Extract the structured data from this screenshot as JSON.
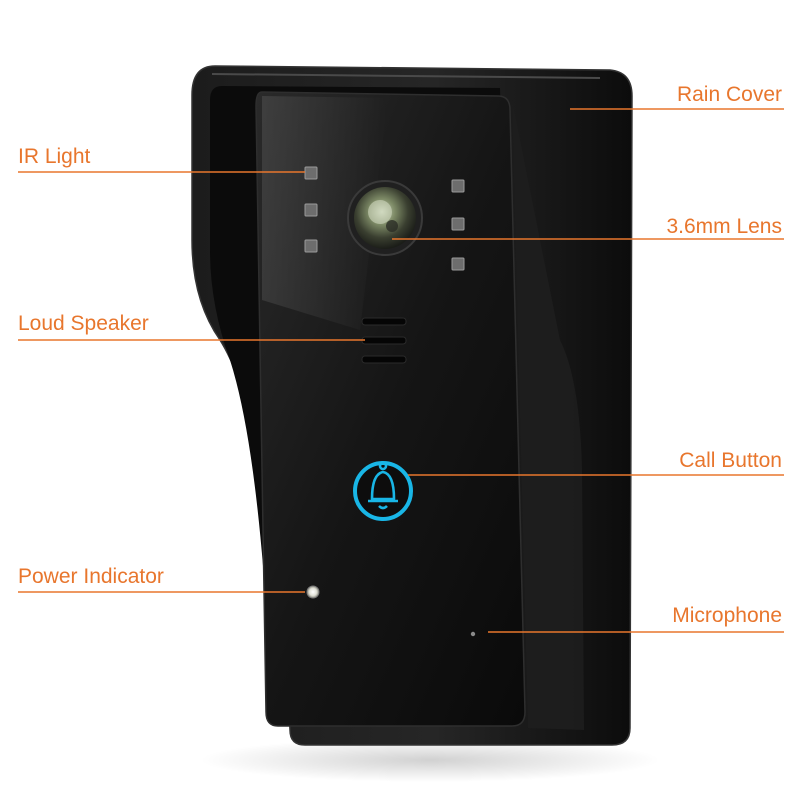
{
  "colors": {
    "accent": "#e8762d",
    "button_ring": "#19b6e6",
    "device_dark": "#141414"
  },
  "device": {
    "name": "video-doorbell-outdoor-unit",
    "ir_led_count": 6,
    "call_button_icon": "bell-icon"
  },
  "labels": {
    "ir_light": "IR Light",
    "loud_speaker": "Loud Speaker",
    "power_indicator": "Power Indicator",
    "rain_cover": "Rain Cover",
    "lens": "3.6mm Lens",
    "call_button": "Call Button",
    "microphone": "Microphone"
  }
}
